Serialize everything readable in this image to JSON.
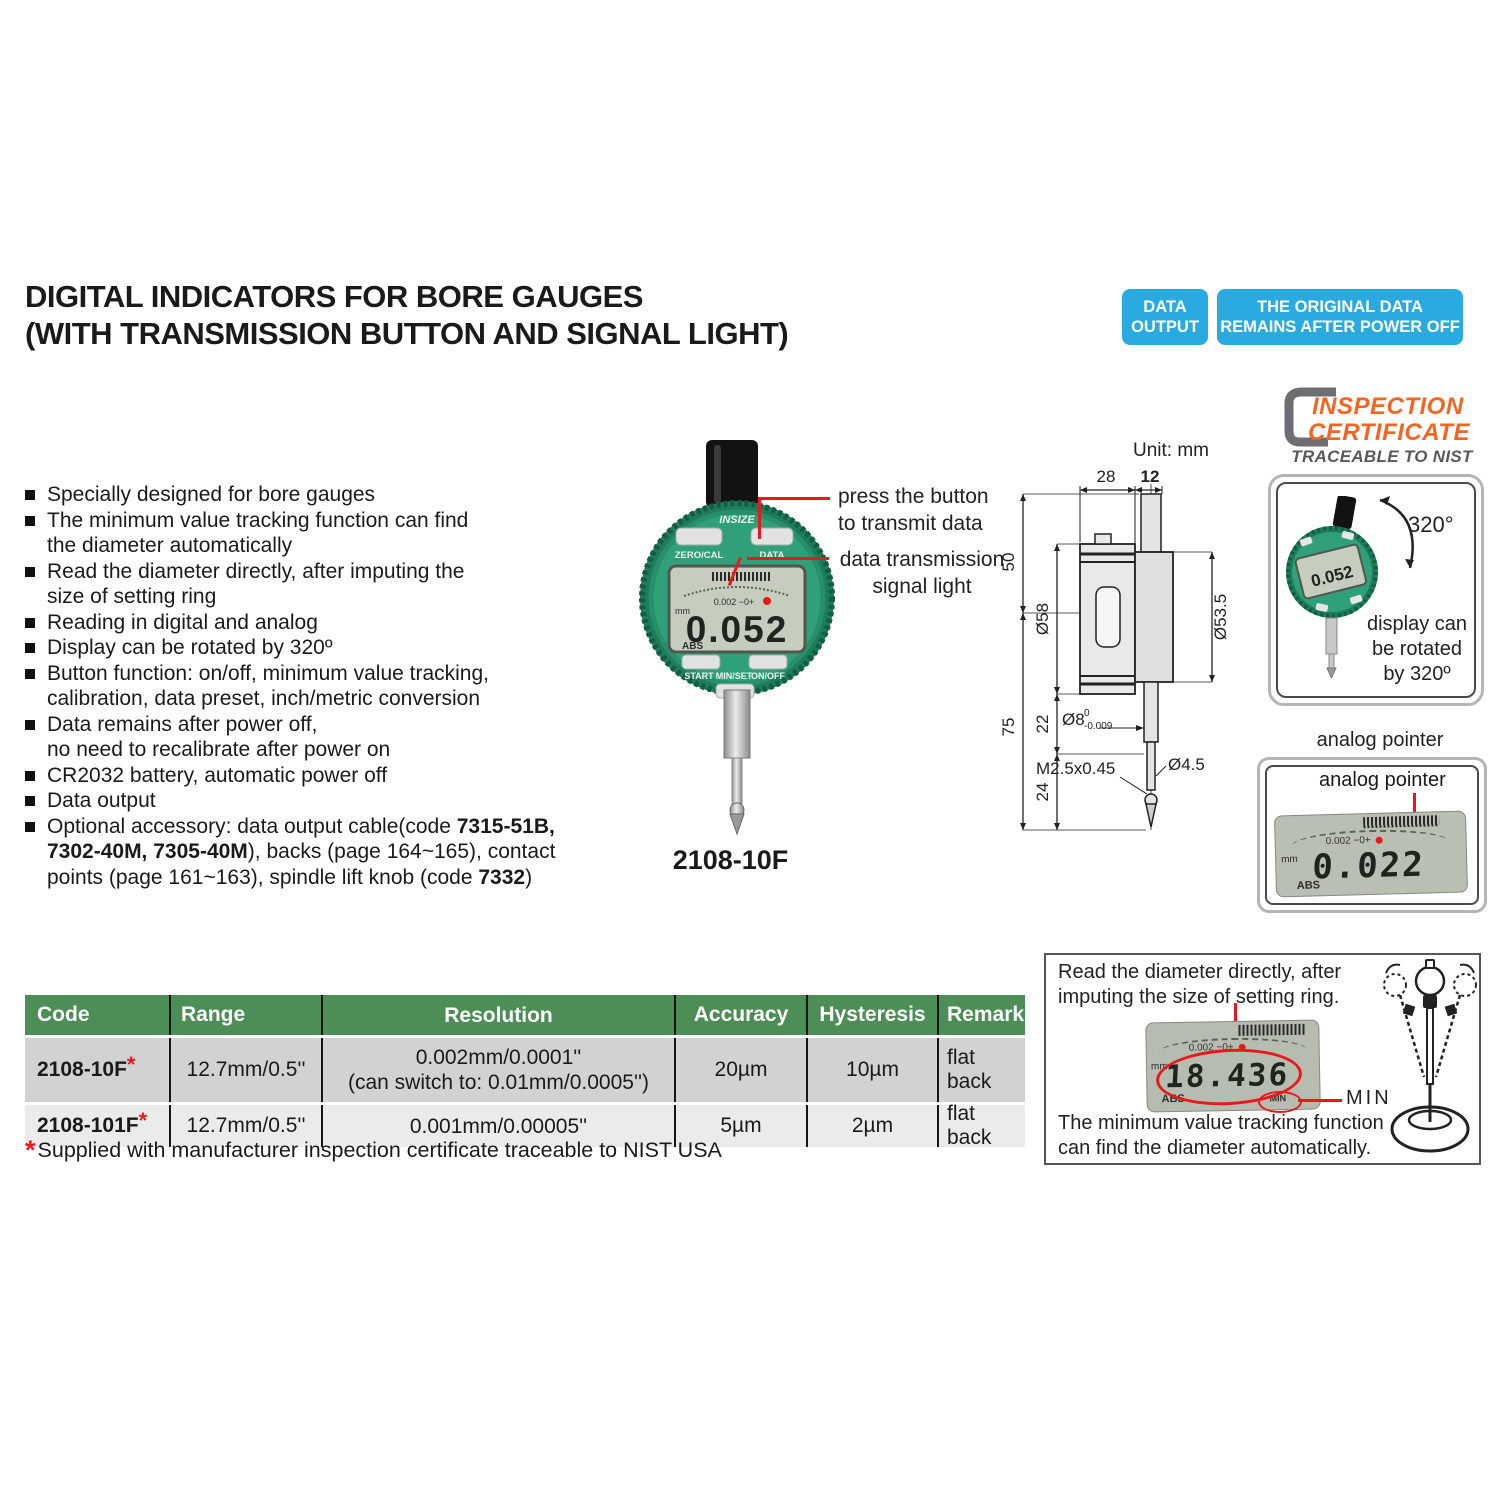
{
  "page": {
    "title_line1": "DIGITAL INDICATORS FOR BORE GAUGES",
    "title_line2": "(WITH TRANSMISSION BUTTON AND SIGNAL LIGHT)"
  },
  "badges": {
    "data_output_l1": "DATA",
    "data_output_l2": "OUTPUT",
    "original_l1": "THE ORIGINAL DATA",
    "original_l2": "REMAINS AFTER POWER OFF"
  },
  "features": {
    "b1": "Specially designed for bore gauges",
    "b2l1": "The minimum value tracking function can find",
    "b2l2": "the diameter automatically",
    "b3l1": "Read the diameter directly, after imputing the",
    "b3l2": "size of setting ring",
    "b4": "Reading in digital and analog",
    "b5": "Display can be rotated by 320º",
    "b6l1": "Button function: on/off, minimum value tracking,",
    "b6l2": "calibration, data preset, inch/metric conversion",
    "b7l1": "Data remains after power off,",
    "b7l2": "no need to recalibrate after power on",
    "b8": "CR2032 battery, automatic power off",
    "b9": "Data output",
    "b10l1a": "Optional accessory: data output cable(code ",
    "b10l1b": "7315-51B,",
    "b10l2a": "7302-40M, 7305-40M",
    "b10l2b": "), backs (page 164~165), contact",
    "b10l3a": "points (page 161~163), spindle lift knob (code ",
    "b10l3b": "7332",
    "b10l3c": ")"
  },
  "gauge": {
    "brand": "INSIZE",
    "btn_zerocal": "ZERO/CAL",
    "btn_data": "DATA",
    "btn_start": "START",
    "btn_minset": "MIN/SET",
    "btn_onoff": "ON/OFF",
    "lcd_value": "0.052",
    "lcd_unit": "mm",
    "lcd_abs": "ABS",
    "lcd_scale": "0.002 −0+",
    "caption": "2108-10F"
  },
  "callouts": {
    "press_l1": "press the button",
    "press_l2": "to transmit data",
    "signal_l1": "data transmission",
    "signal_l2": "signal light"
  },
  "drawing": {
    "unit": "Unit: mm",
    "dim_28": "28",
    "dim_12": "12",
    "dim_50": "50",
    "dim_58": "Ø58",
    "dim_75": "75",
    "dim_22": "22",
    "dim_24": "24",
    "dim_535": "Ø53.5",
    "dim_8": "Ø8",
    "dim_8_tol_top": "0",
    "dim_8_tol_bot": "-0.009",
    "dim_thread": "M2.5x0.45",
    "dim_45": "Ø4.5"
  },
  "certificate": {
    "line1": "INSPECTION",
    "line2": "CERTIFICATE",
    "line3": "TRACEABLE TO NIST"
  },
  "rotate_box": {
    "angle": "320°",
    "lcd_value": "0.052",
    "caption_l1": "display can",
    "caption_l2": "be rotated",
    "caption_l3": "by 320º"
  },
  "analog": {
    "title": "analog pointer",
    "label": "analog pointer",
    "lcd_value": "0.022",
    "lcd_unit": "mm",
    "lcd_abs": "ABS",
    "lcd_scale": "0.002 −0+"
  },
  "table": {
    "headers": [
      "Code",
      "Range",
      "Resolution",
      "Accuracy",
      "Hysteresis",
      "Remark"
    ],
    "rows": [
      {
        "code": "2108-10F",
        "star": "*",
        "range": "12.7mm/0.5''",
        "res1": "0.002mm/0.0001''",
        "res2": "(can switch to: 0.01mm/0.0005'')",
        "accuracy": "20µm",
        "hysteresis": "10µm",
        "remark": "flat back"
      },
      {
        "code": "2108-101F",
        "star": "*",
        "range": "12.7mm/0.5''",
        "res1": "0.001mm/0.00005''",
        "res2": "",
        "accuracy": "5µm",
        "hysteresis": "2µm",
        "remark": "flat back"
      }
    ],
    "footnote_star": "*",
    "footnote": "Supplied with manufacturer inspection certificate traceable to NIST USA"
  },
  "min_box": {
    "top_l1": "Read the diameter directly, after",
    "top_l2": "imputing the size of setting ring.",
    "lcd_value": "18.436",
    "lcd_unit": "mm",
    "lcd_abs": "ABS",
    "lcd_min": "MIN",
    "min_label": "MIN",
    "bottom_l1": "The minimum value tracking function",
    "bottom_l2": "can find the diameter automatically."
  },
  "colors": {
    "badge_blue": "#29ABE2",
    "table_header_green": "#4D8E57",
    "row1_gray": "#D2D2D2",
    "row2_gray": "#EBEBEB",
    "gauge_green": "#2FA077",
    "accent_red": "#E8191C",
    "cert_orange": "#F26522",
    "cert_gray": "#58595B"
  }
}
